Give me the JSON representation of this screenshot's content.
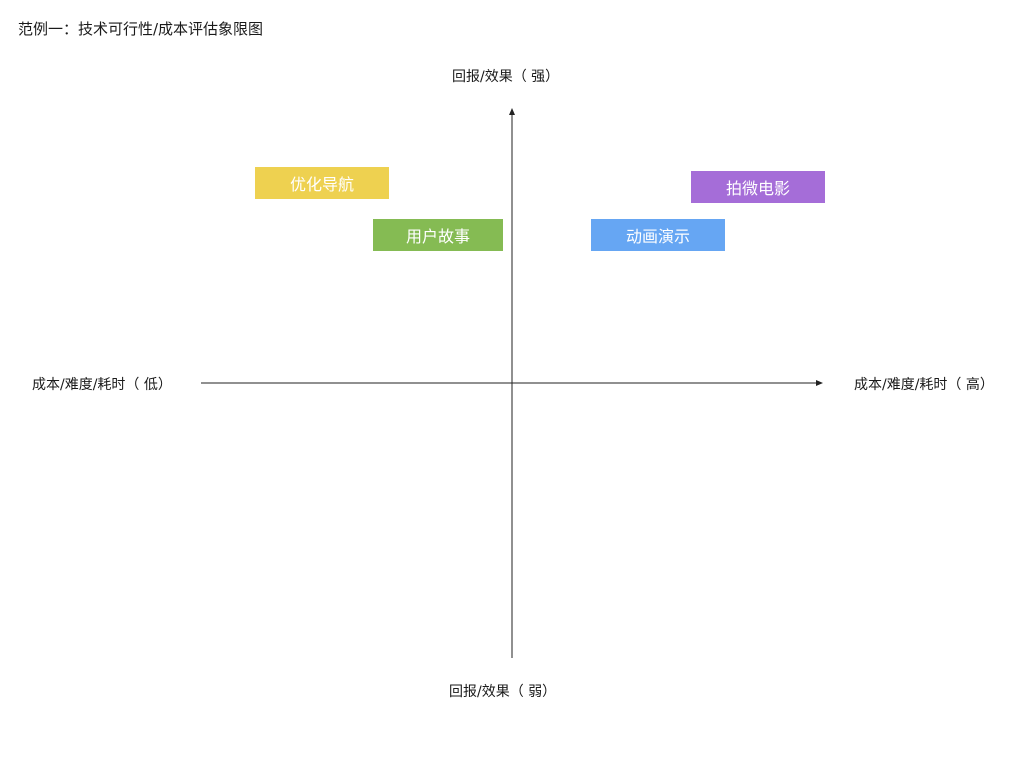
{
  "title": "范例一：技术可行性/成本评估象限图",
  "axes": {
    "top": "回报/效果（ 强）",
    "bottom": "回报/效果（  弱）",
    "left": "成本/难度/耗时（ 低）",
    "right": "成本/难度/耗时（ 高）"
  },
  "items": [
    {
      "label": "优化导航",
      "color": "#eed150"
    },
    {
      "label": "用户故事",
      "color": "#85bb53"
    },
    {
      "label": "动画演示",
      "color": "#66a6f3"
    },
    {
      "label": "拍微电影",
      "color": "#a56dd8"
    }
  ]
}
